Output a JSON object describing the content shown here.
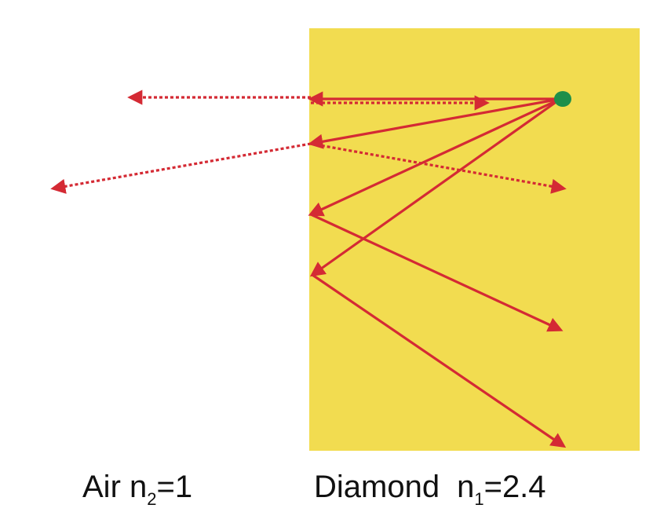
{
  "colors": {
    "diamond_fill": "#f2dc50",
    "ray": "#d42a34",
    "source": "#1e8f4a",
    "text": "#111111"
  },
  "labels": {
    "air": {
      "name": "Air",
      "symbol": "n",
      "subscript": "2",
      "value": "=1"
    },
    "diamond": {
      "name": "Diamond",
      "symbol": "n",
      "subscript": "1",
      "value": "=2.4"
    }
  },
  "icons": {
    "source": "light-source-dot",
    "arrowhead": "triangle-arrowhead"
  }
}
